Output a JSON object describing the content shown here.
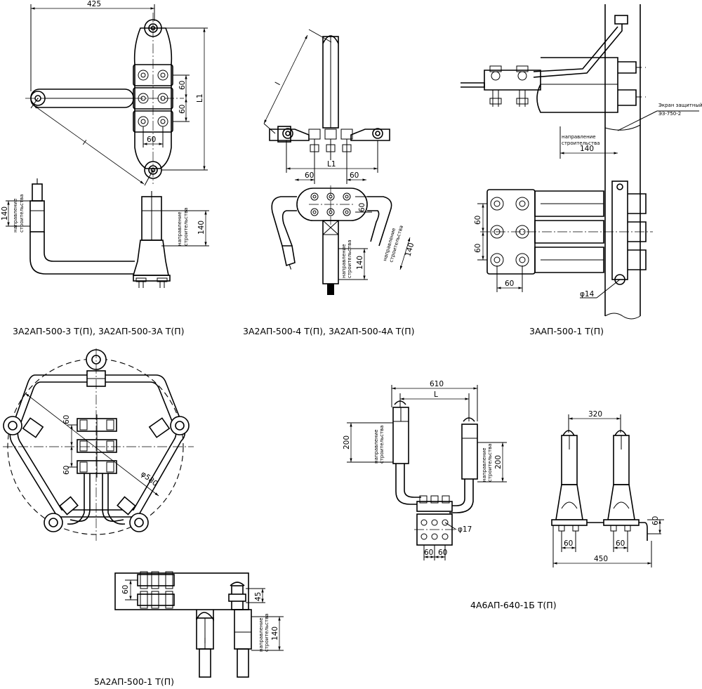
{
  "captions": {
    "a": "3А2АП-500-3 Т(П), 3А2АП-500-3А Т(П)",
    "b": "3А2АП-500-4 Т(П), 3А2АП-500-4А Т(П)",
    "c": "3ААП-500-1 Т(П)",
    "d": "5А2АП-500-1 Т(П)",
    "e": "4А6АП-640-1Б Т(П)"
  },
  "dims": {
    "a_425": "425",
    "a_60a": "60",
    "a_60b": "60",
    "a_60c": "60",
    "a_L1": "L1",
    "a_l": "l",
    "a_140a": "140",
    "a_140b": "140",
    "b_l": "l",
    "b_60a": "60",
    "b_60b": "60",
    "b_L1": "L1",
    "b_60c": "60",
    "b_140a": "140",
    "b_140b": "140",
    "c_140": "140",
    "c_60a": "60",
    "c_60b": "60",
    "c_60c": "60",
    "c_phi14": "φ14",
    "d_60a": "60",
    "d_60b": "60",
    "d_phi580": "φ580",
    "d_60c": "60",
    "d_45": "45",
    "d_140": "140",
    "e_610": "610",
    "e_L": "L",
    "e_200a": "200",
    "e_200b": "200",
    "e_phi17": "φ17",
    "e_60a": "60",
    "e_60b": "60",
    "e_320": "320",
    "e_60c": "60",
    "e_60d": "60",
    "e_60e": "60",
    "e_450": "450"
  },
  "notes": {
    "screen_line1": "Экран защитный",
    "screen_line2": "ЭЗ-750-2",
    "dir_line1": "направление",
    "dir_line2": "строительства"
  }
}
